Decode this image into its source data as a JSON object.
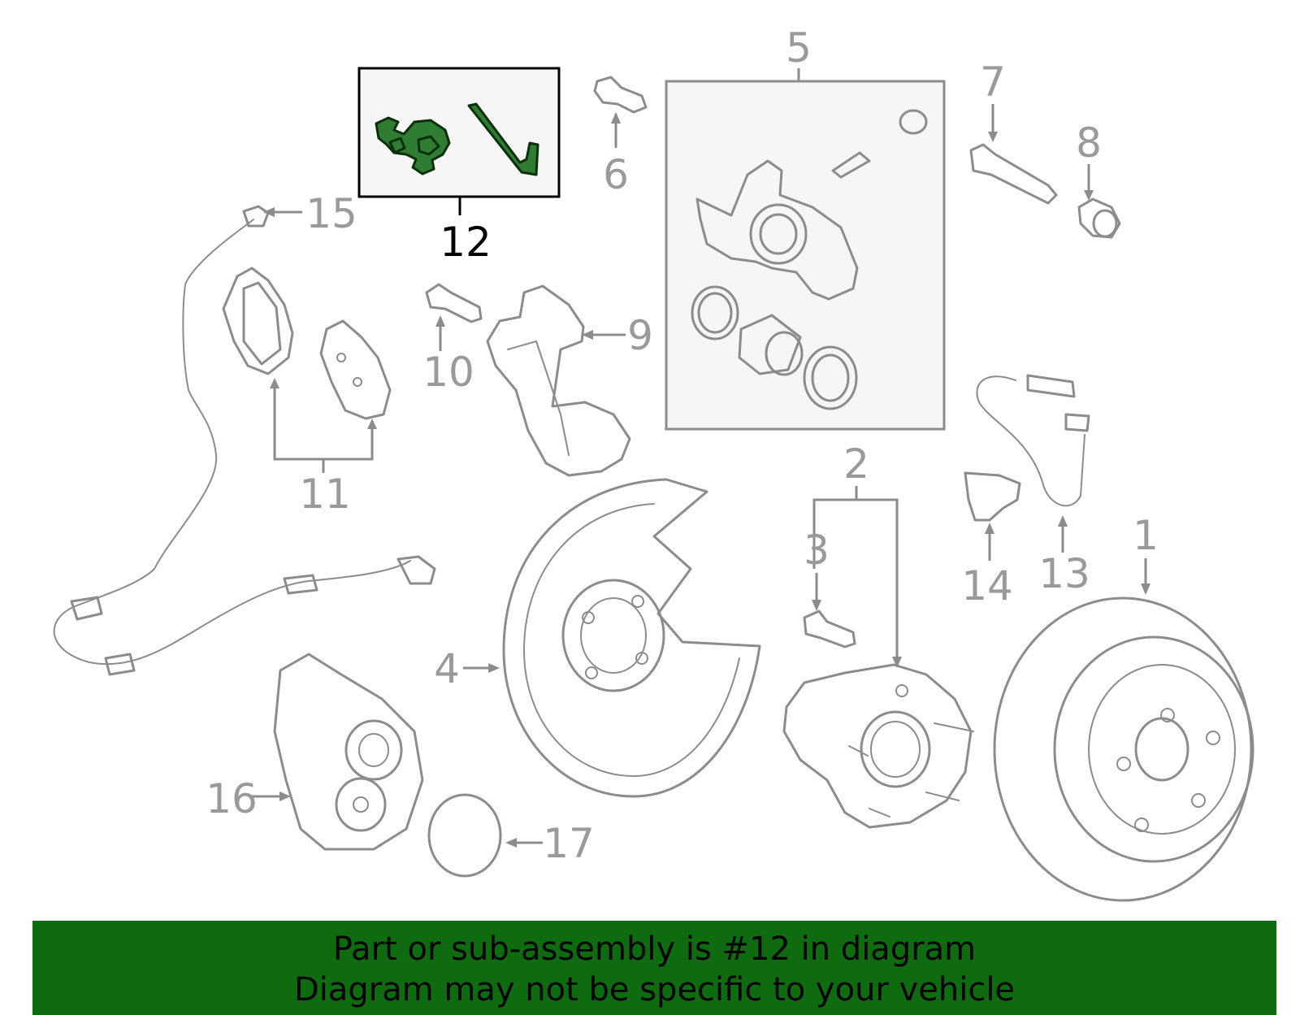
{
  "callouts": [
    {
      "id": "1",
      "text": "1"
    },
    {
      "id": "2",
      "text": "2"
    },
    {
      "id": "3",
      "text": "3"
    },
    {
      "id": "4",
      "text": "4"
    },
    {
      "id": "5",
      "text": "5"
    },
    {
      "id": "6",
      "text": "6"
    },
    {
      "id": "7",
      "text": "7"
    },
    {
      "id": "8",
      "text": "8"
    },
    {
      "id": "9",
      "text": "9"
    },
    {
      "id": "10",
      "text": "10"
    },
    {
      "id": "11",
      "text": "11"
    },
    {
      "id": "12",
      "text": "12"
    },
    {
      "id": "13",
      "text": "13"
    },
    {
      "id": "14",
      "text": "14"
    },
    {
      "id": "15",
      "text": "15"
    },
    {
      "id": "16",
      "text": "16"
    },
    {
      "id": "17",
      "text": "17"
    }
  ],
  "highlighted_part": "12",
  "colors": {
    "highlight_fill": "#2e7d32",
    "banner_background": "#0f6b0f",
    "label_gray": "#9a9a9a",
    "highlight_label": "#000000"
  },
  "banner": {
    "line1": "Part or sub-assembly is #12 in diagram",
    "line2": "Diagram may not be specific to your vehicle"
  }
}
